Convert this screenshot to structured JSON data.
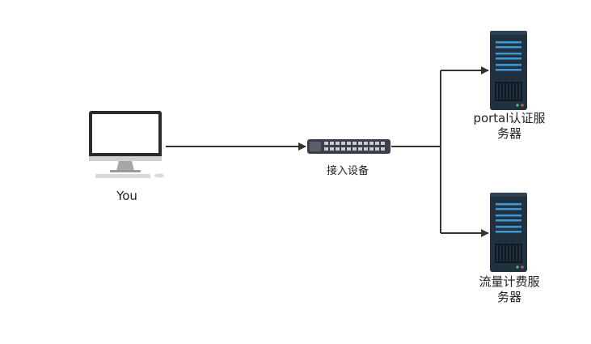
{
  "diagram": {
    "nodes": {
      "you": {
        "label": "You",
        "icon": "desktop-computer-icon"
      },
      "access_device": {
        "label": "接入设备",
        "icon": "network-switch-icon"
      },
      "portal_server": {
        "label": "portal认证服\n务器",
        "icon": "server-rack-icon"
      },
      "billing_server": {
        "label": "流量计费服\n务器",
        "icon": "server-rack-icon"
      }
    },
    "edges": [
      {
        "from": "you",
        "to": "access_device"
      },
      {
        "from": "access_device",
        "to": "portal_server"
      },
      {
        "from": "access_device",
        "to": "billing_server"
      }
    ],
    "colors": {
      "connector": "#333333",
      "server_body": "#22313f",
      "server_slot": "#3d9ad6",
      "monitor_frame": "#2b2b2b",
      "monitor_stand": "#a7a7a7",
      "switch_body": "#3a3f4a"
    }
  }
}
